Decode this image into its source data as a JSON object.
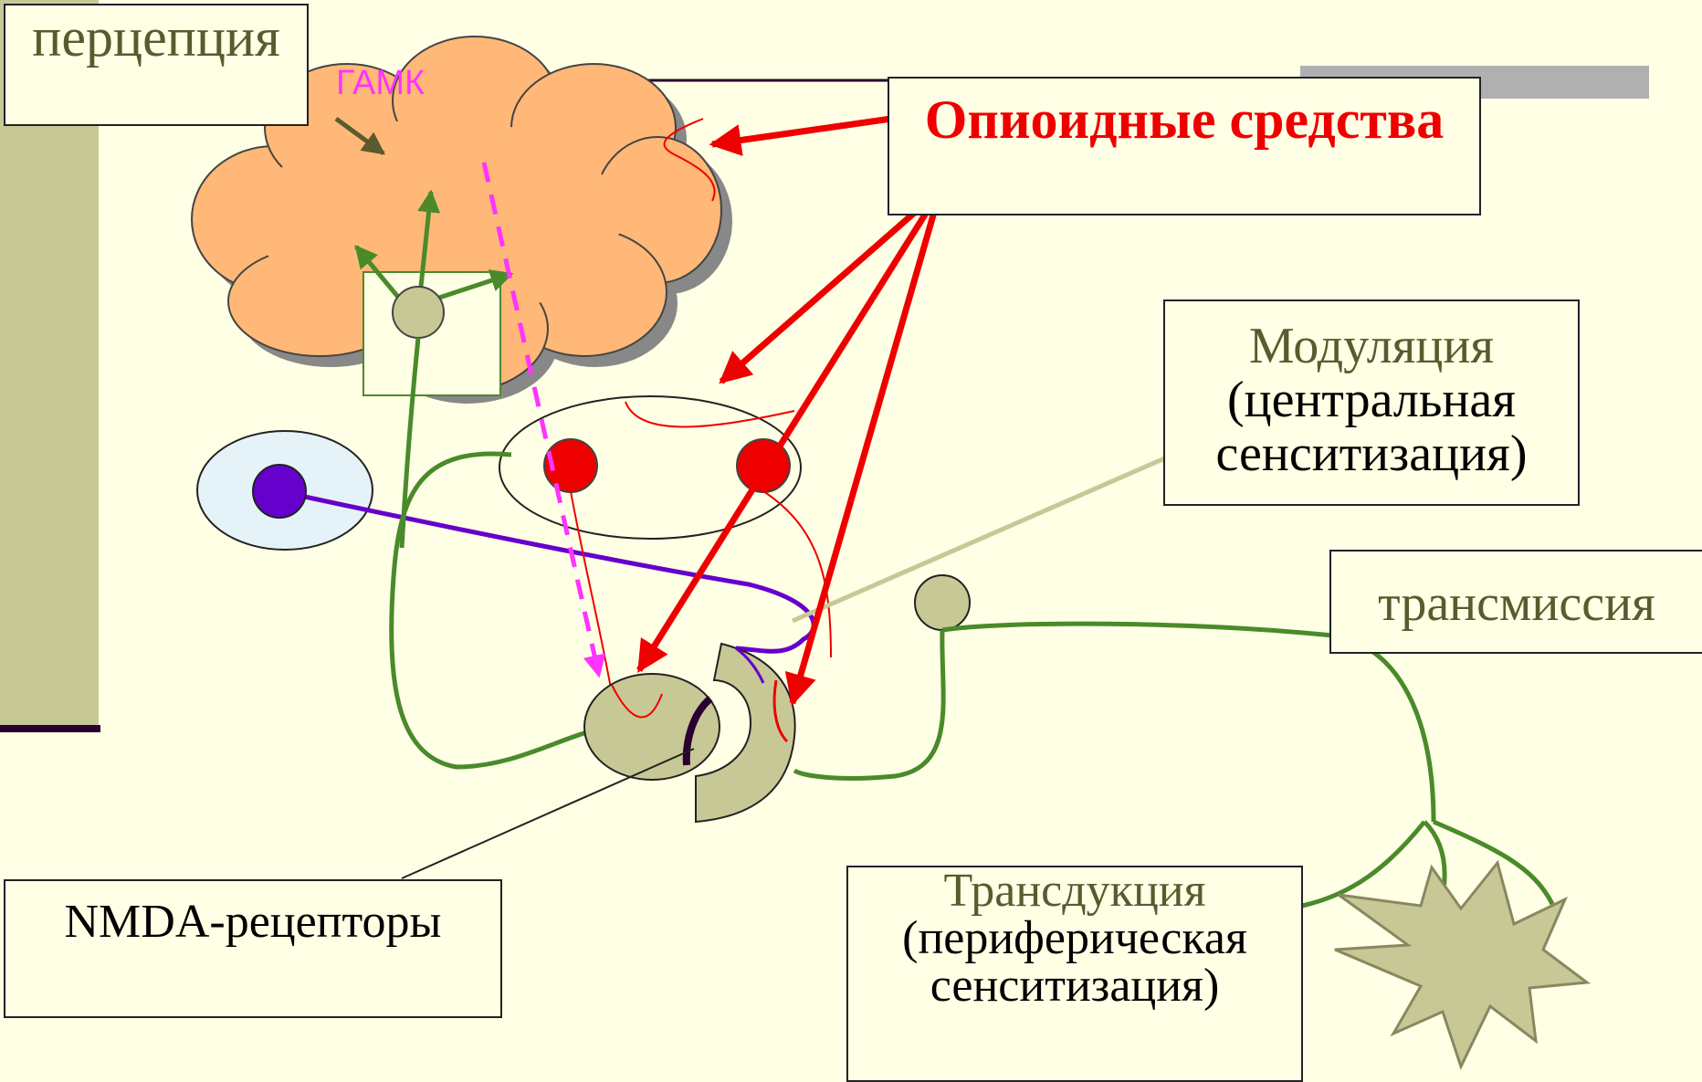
{
  "labels": {
    "perception": "перцепция",
    "gaba": "ГАМК",
    "opioid": "Опиоидные средства",
    "modulation_1": "Модуляция",
    "modulation_2": "(центральная сенситизация)",
    "transmission": "трансмиссия",
    "nmda": "NMDA-рецепторы",
    "transduction_1": "Трансдукция",
    "transduction_2": "(периферическая сенситизация)"
  },
  "colors": {
    "background": "#ffffe5",
    "brain": "#ffb877",
    "neuron": "#c8c896",
    "nerve_line": "#4a8a2a",
    "opioid_arrow": "#ee0000",
    "gaba_arrow": "#ff33ff",
    "interneuron": "#6600cc"
  }
}
